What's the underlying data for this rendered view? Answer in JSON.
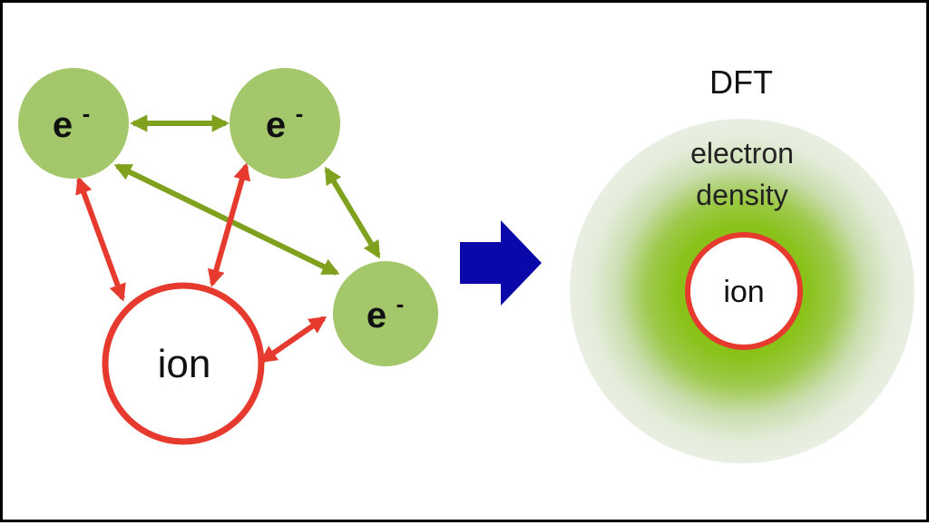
{
  "left_panel": {
    "electrons": [
      {
        "label": "e",
        "charge": "-"
      },
      {
        "label": "e",
        "charge": "-"
      },
      {
        "label": "e",
        "charge": "-"
      }
    ],
    "ion_label": "ion"
  },
  "right_panel": {
    "title": "DFT",
    "density_line1": "electron",
    "density_line2": "density",
    "ion_label": "ion"
  },
  "colors": {
    "electron_fill": "#a3c76a",
    "electron_arrow": "#7fa11e",
    "ion_arrow": "#e63a2e",
    "ion_ring": "#e63a2e",
    "transition_arrow": "#0a08a8",
    "density_core": "#8ac21a",
    "density_halo": "#e6eedb"
  },
  "icons": {
    "transition": "right-arrow-icon"
  }
}
